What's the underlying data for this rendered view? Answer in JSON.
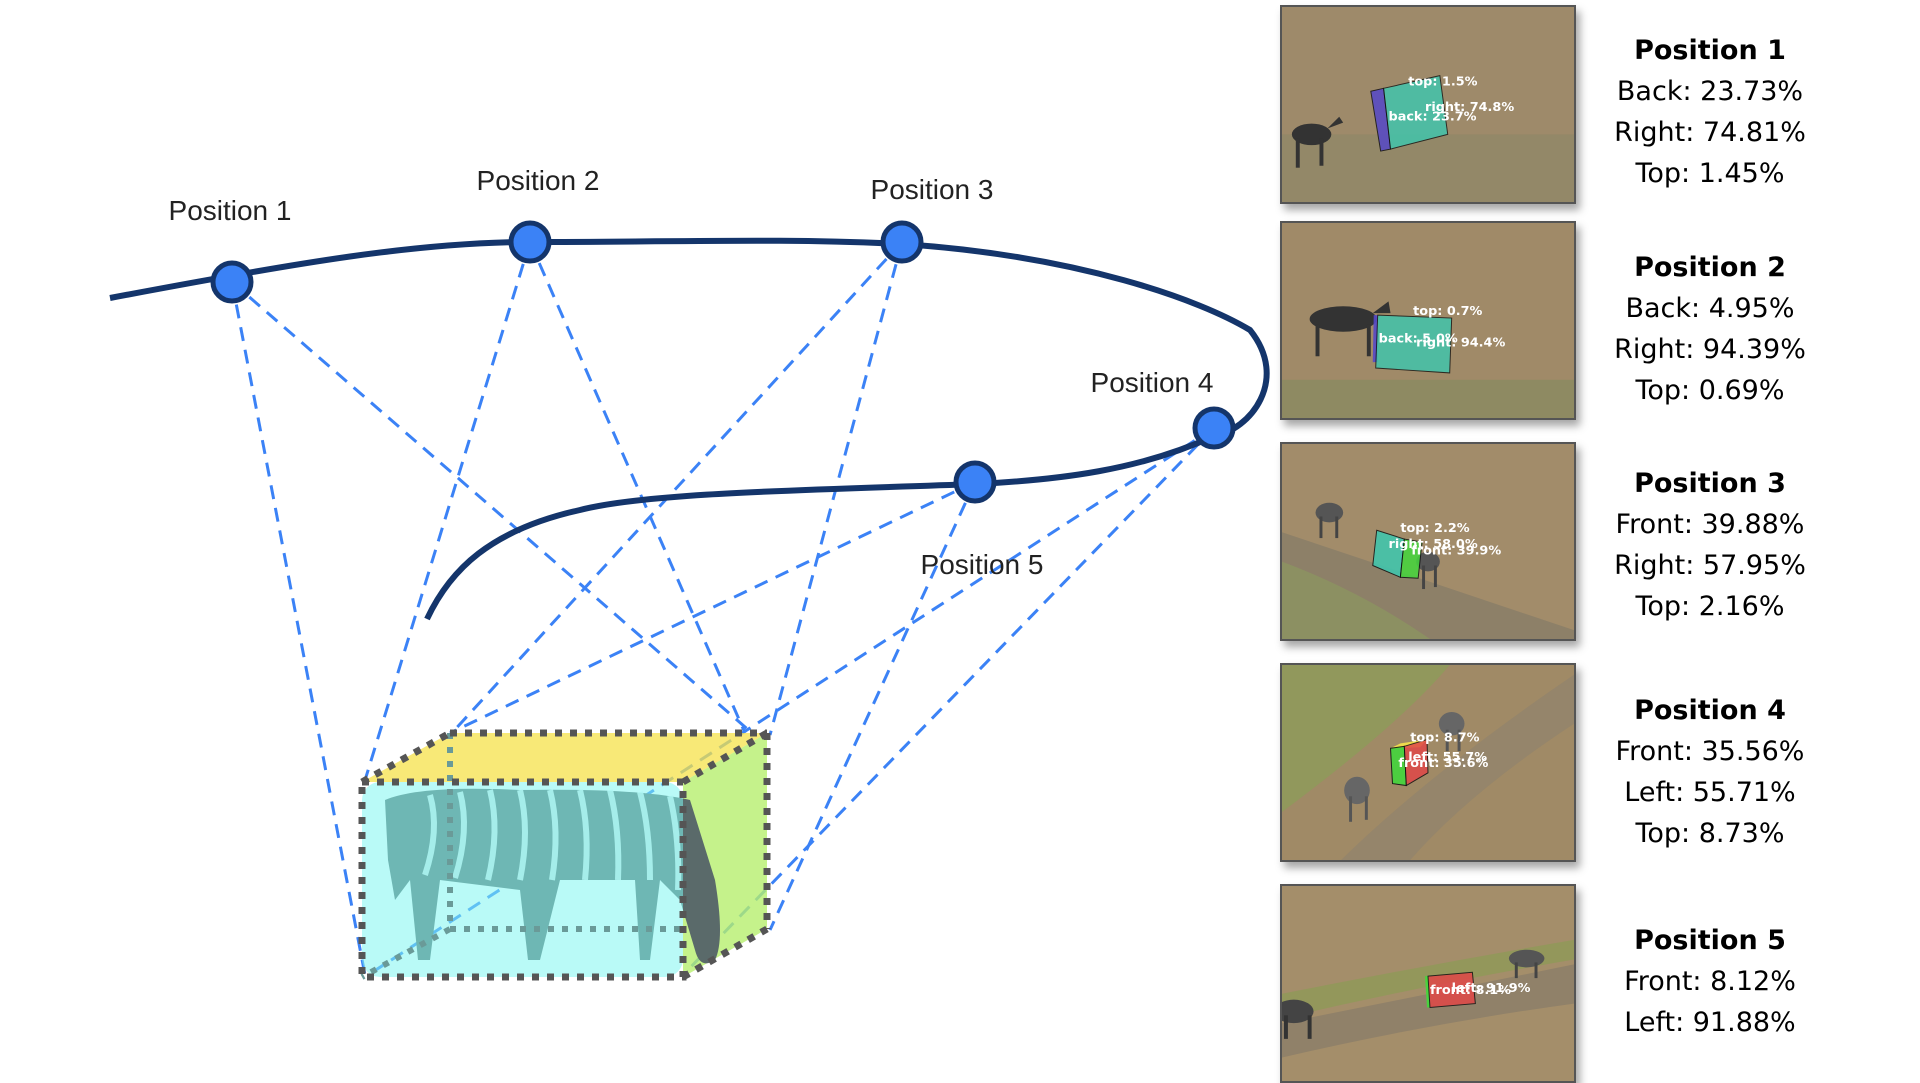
{
  "colors": {
    "trajectory": "#14356b",
    "position_marker": "#3b82f6",
    "sight_line": "#3b82f6",
    "cube_edge": "#555555",
    "face_front": "#7ff5f0",
    "face_top": "#f5e24a",
    "face_right": "#b6ef6e",
    "face_back": "#5548c8",
    "face_right_det": "#3cc8b0",
    "face_front_det": "#44d63c",
    "face_left_det": "#e04848"
  },
  "trajectory": {
    "positions": [
      {
        "id": 1,
        "label": "Position 1"
      },
      {
        "id": 2,
        "label": "Position 2"
      },
      {
        "id": 3,
        "label": "Position 3"
      },
      {
        "id": 4,
        "label": "Position 4"
      },
      {
        "id": 5,
        "label": "Position 5"
      }
    ]
  },
  "object": {
    "name": "zebra",
    "faces_shown": [
      "front",
      "top",
      "right"
    ]
  },
  "views": [
    {
      "title": "Position 1",
      "stats": [
        "Back: 23.73%",
        "Right: 74.81%",
        "Top: 1.45%"
      ],
      "overlay_labels": [
        "top: 1.5%",
        "right: 74.8%",
        "back: 23.7%"
      ],
      "faces": [
        "back",
        "right"
      ]
    },
    {
      "title": "Position 2",
      "stats": [
        "Back: 4.95%",
        "Right: 94.39%",
        "Top: 0.69%"
      ],
      "overlay_labels": [
        "top: 0.7%",
        "back: 5.0%",
        "right: 94.4%"
      ],
      "faces": [
        "back",
        "right"
      ]
    },
    {
      "title": "Position 3",
      "stats": [
        "Front: 39.88%",
        "Right: 57.95%",
        "Top: 2.16%"
      ],
      "overlay_labels": [
        "top: 2.2%",
        "right: 58.0%",
        "front: 39.9%"
      ],
      "faces": [
        "right",
        "front"
      ]
    },
    {
      "title": "Position 4",
      "stats": [
        "Front: 35.56%",
        "Left: 55.71%",
        "Top: 8.73%"
      ],
      "overlay_labels": [
        "top: 8.7%",
        "left: 55.7%",
        "front: 35.6%"
      ],
      "faces": [
        "front",
        "left"
      ]
    },
    {
      "title": "Position 5",
      "stats": [
        "Front: 8.12%",
        "Left: 91.88%"
      ],
      "overlay_labels": [
        "front: 8.1%",
        "left: 91.9%"
      ],
      "faces": [
        "front",
        "left"
      ]
    }
  ]
}
